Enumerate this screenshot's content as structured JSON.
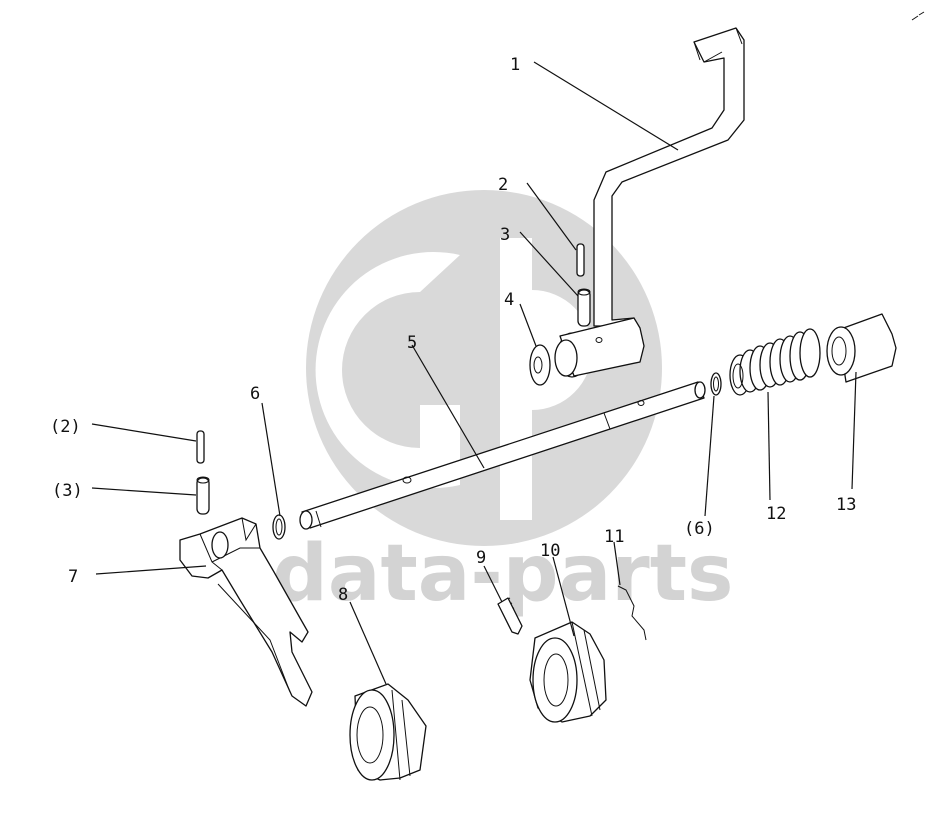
{
  "watermark": {
    "text": "data-parts",
    "color": "#d3d3d3"
  },
  "callouts": [
    {
      "id": "c1",
      "label": "1"
    },
    {
      "id": "c2",
      "label": "2"
    },
    {
      "id": "c3",
      "label": "3"
    },
    {
      "id": "c4",
      "label": "4"
    },
    {
      "id": "c5",
      "label": "5"
    },
    {
      "id": "c6",
      "label": "6"
    },
    {
      "id": "c2b",
      "label": "(2)"
    },
    {
      "id": "c3b",
      "label": "(3)"
    },
    {
      "id": "c7",
      "label": "7"
    },
    {
      "id": "c8",
      "label": "8"
    },
    {
      "id": "c9",
      "label": "9"
    },
    {
      "id": "c10",
      "label": "10"
    },
    {
      "id": "c11",
      "label": "11"
    },
    {
      "id": "c6b",
      "label": "(6)"
    },
    {
      "id": "c12",
      "label": "12"
    },
    {
      "id": "c13",
      "label": "13"
    }
  ]
}
